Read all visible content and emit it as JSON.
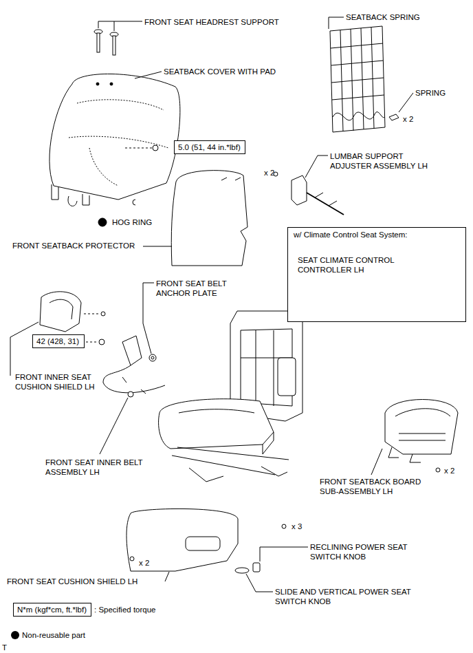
{
  "diagram": {
    "nodes": [
      {
        "text": [
          "5.0 (51, 44 in.*lbf)"
        ]
      },
      {
        "text": [
          "w/ Climate Control Seat System:",
          "SEAT CLIMATE CONTROL CONTROLLER LH"
        ]
      },
      {
        "text": [
          "42 (428, 31)"
        ]
      },
      {
        "text": [
          "N*m (kgf*cm, ft.*lbf)"
        ]
      }
    ],
    "labels": [
      "FRONT SEAT HEADREST SUPPORT",
      "SEATBACK SPRING",
      "SEATBACK COVER WITH PAD",
      "SPRING",
      "x 2",
      "LUMBAR SUPPORT ADJUSTER ASSEMBLY LH",
      "x 2",
      "HOG RING",
      "FRONT SEATBACK PROTECTOR",
      "FRONT SEAT BELT ANCHOR PLATE",
      "FRONT INNER SEAT CUSHION SHIELD LH",
      "FRONT SEAT INNER BELT ASSEMBLY LH",
      "x 2",
      "FRONT SEATBACK BOARD SUB-ASSEMBLY LH",
      "x 3",
      "RECLINING POWER SEAT SWITCH KNOB",
      "x 2",
      "FRONT SEAT CUSHION SHIELD LH",
      "SLIDE AND VERTICAL POWER SEAT SWITCH KNOB",
      "T"
    ],
    "legend": [
      {
        "text": ": Specified torque"
      },
      {
        "text": "Non-reusable part",
        "color": "#000000"
      }
    ]
  }
}
